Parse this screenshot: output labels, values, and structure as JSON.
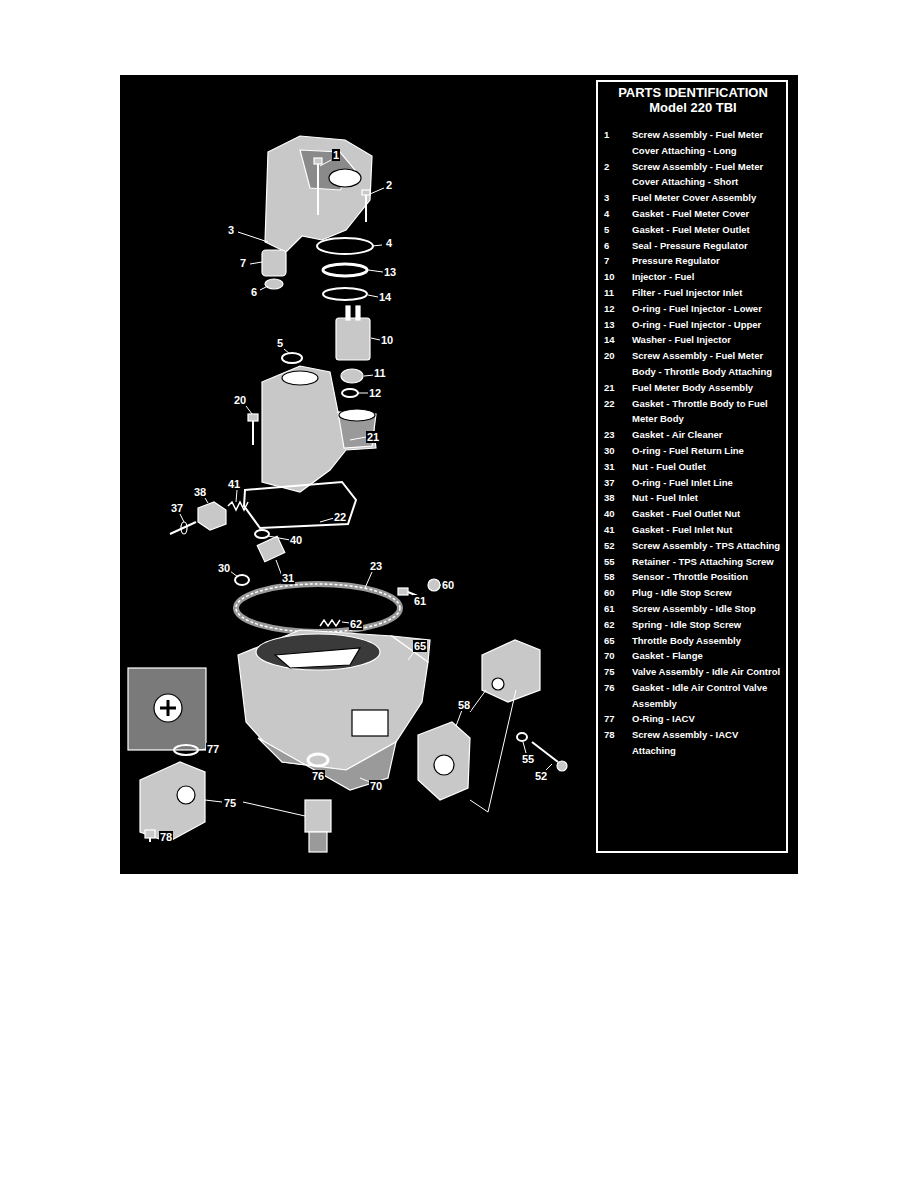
{
  "diagram": {
    "nodes": [
      {
        "text": [
          "PARTS IDENTIFICATION Model 220 TBI"
        ]
      }
    ],
    "labels": [
      "1",
      "2",
      "3",
      "4",
      "7",
      "6",
      "13",
      "14",
      "10",
      "5",
      "11",
      "12",
      "20",
      "21",
      "38",
      "41",
      "37",
      "22",
      "40",
      "30",
      "31",
      "23",
      "60",
      "61",
      "62",
      "65",
      "58",
      "55",
      "52",
      "77",
      "76",
      "70",
      "75",
      "78",
      "1",
      "Screw Assembly - Fuel Meter Cover Attaching - Long",
      "2",
      "Screw Assembly - Fuel Meter Cover Attaching - Short",
      "3",
      "Fuel Meter Cover Assembly",
      "4",
      "Gasket - Fuel Meter Cover",
      "5",
      "Gasket - Fuel Meter Outlet",
      "6",
      "Seal - Pressure Regulator",
      "7",
      "Pressure Regulator",
      "10",
      "Injector - Fuel",
      "11",
      "Filter - Fuel Injector Inlet",
      "12",
      "O-ring - Fuel Injector - Lower",
      "13",
      "O-ring - Fuel Injector - Upper",
      "14",
      "Washer - Fuel Injector",
      "20",
      "Screw Assembly - Fuel Meter Body - Throttle Body Attaching",
      "21",
      "Fuel Meter Body Assembly",
      "22",
      "Gasket - Throttle Body to Fuel Meter Body",
      "23",
      "Gasket - Air Cleaner",
      "30",
      "O-ring - Fuel Return Line",
      "31",
      "Nut - Fuel Outlet",
      "37",
      "O-ring - Fuel Inlet Line",
      "38",
      "Nut - Fuel Inlet",
      "40",
      "Gasket - Fuel Outlet Nut",
      "41",
      "Gasket - Fuel Inlet Nut",
      "52",
      "Screw Assembly - TPS Attaching",
      "55",
      "Retainer - TPS Attaching Screw",
      "58",
      "Sensor - Throttle Position",
      "60",
      "Plug - Idle Stop Screw",
      "61",
      "Screw Assembly - Idle Stop",
      "62",
      "Spring - Idle Stop Screw",
      "65",
      "Throttle Body Assembly",
      "70",
      "Gasket - Flange",
      "75",
      "Valve Assembly - Idle Air Control",
      "76",
      "Gasket - Idle Air Control Valve Assembly",
      "77",
      "O-Ring - IACV",
      "78",
      "Screw Assembly - IACV Attaching"
    ]
  }
}
